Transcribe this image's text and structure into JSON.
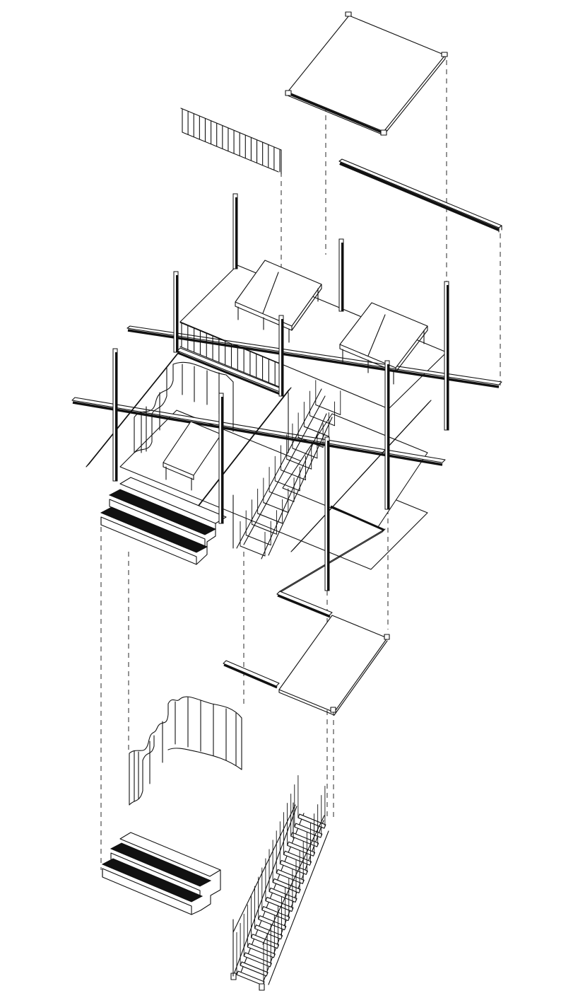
{
  "drawing": {
    "type": "exploded axonometric diagram",
    "background": "#ffffff",
    "line_color": "#111111",
    "parts": [
      "roof-slab",
      "railing-panel",
      "roof-beam",
      "main-frame-assembly",
      "mezzanine-slab",
      "curtain-wall",
      "entry-steps",
      "stair-flight"
    ]
  }
}
